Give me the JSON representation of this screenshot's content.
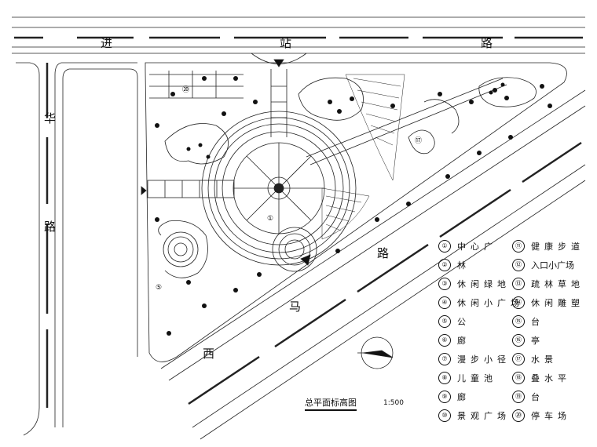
{
  "plan": {
    "title": "总平面标高图",
    "scale": "1:500",
    "roads": {
      "top": [
        "进",
        "站",
        "路"
      ],
      "left": [
        "华",
        "路"
      ],
      "diagonal": [
        "路",
        "马",
        "西"
      ]
    },
    "plan_labels": [
      "①",
      "⑤",
      "⑰",
      "⑳"
    ]
  },
  "legend": [
    {
      "num": "①",
      "text": "中心广"
    },
    {
      "num": "②",
      "text": "林"
    },
    {
      "num": "③",
      "text": "休闲绿地"
    },
    {
      "num": "④",
      "text": "休闲小广场"
    },
    {
      "num": "⑤",
      "text": "公"
    },
    {
      "num": "⑥",
      "text": "廊"
    },
    {
      "num": "⑦",
      "text": "漫步小径"
    },
    {
      "num": "⑧",
      "text": "儿童池"
    },
    {
      "num": "⑨",
      "text": "廊"
    },
    {
      "num": "⑩",
      "text": "景观广场"
    },
    {
      "num": "⑪",
      "text": "健康步道"
    },
    {
      "num": "⑫",
      "text": "入口小广场"
    },
    {
      "num": "⑬",
      "text": "疏林草地"
    },
    {
      "num": "⑭",
      "text": "休闲雕塑"
    },
    {
      "num": "⑮",
      "text": "台"
    },
    {
      "num": "⑯",
      "text": "亭"
    },
    {
      "num": "⑰",
      "text": "水景"
    },
    {
      "num": "⑱",
      "text": "叠水平"
    },
    {
      "num": "⑲",
      "text": "台"
    },
    {
      "num": "⑳",
      "text": "停车场"
    }
  ]
}
